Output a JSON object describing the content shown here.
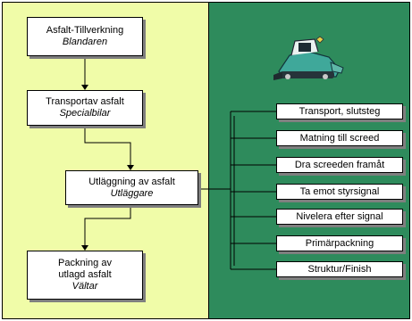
{
  "colors": {
    "left_panel": "#f0fca8",
    "right_panel": "#2e8b5c",
    "box_fill": "#ffffff",
    "line": "#000000",
    "shadow": "#7f7f7f"
  },
  "stages": [
    {
      "title": "Asfalt-Tillverkning",
      "subtitle": "Blandaren"
    },
    {
      "title": "Transportav asfalt",
      "subtitle": "Specialbilar"
    },
    {
      "title": "Utläggning av asfalt",
      "subtitle": "Utläggare"
    },
    {
      "title_line1": "Packning av",
      "title_line2": "utlagd asfalt",
      "subtitle": "Vältar"
    }
  ],
  "functions": [
    "Transport, slutsteg",
    "Matning till screed",
    "Dra screeden framåt",
    "Ta emot styrsignal",
    "Nivelera efter signal",
    "Primärpackning",
    "Struktur/Finish"
  ],
  "illustration": {
    "icon": "asphalt-paver-icon"
  }
}
